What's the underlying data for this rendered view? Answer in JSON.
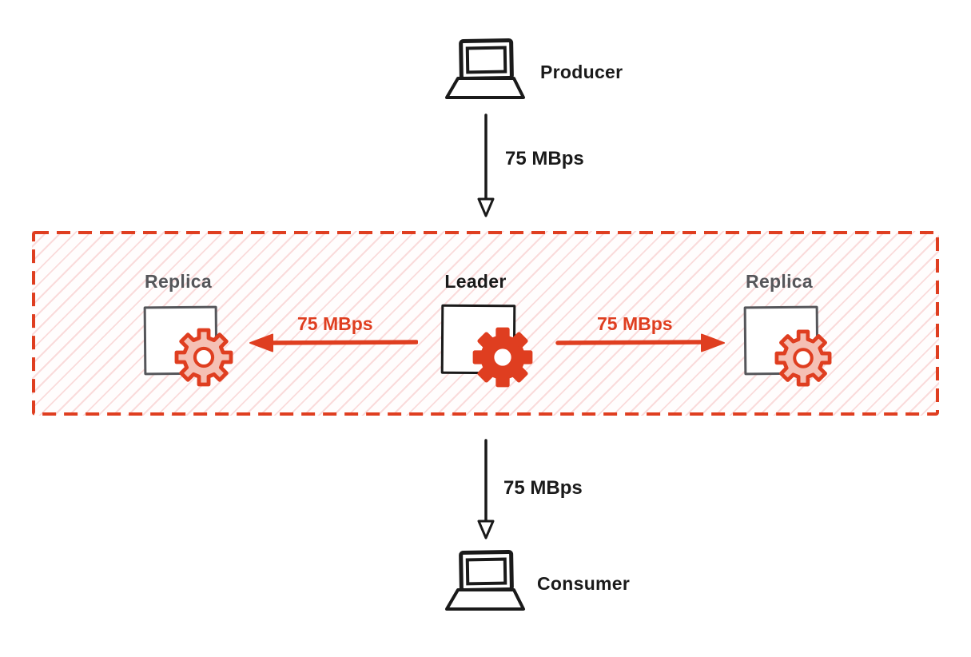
{
  "nodes": {
    "producer": {
      "label": "Producer",
      "icon": "laptop-icon"
    },
    "consumer": {
      "label": "Consumer",
      "icon": "laptop-icon"
    },
    "leader": {
      "label": "Leader",
      "icon": "gear-icon"
    },
    "replica_left": {
      "label": "Replica",
      "icon": "gear-icon"
    },
    "replica_right": {
      "label": "Replica",
      "icon": "gear-icon"
    }
  },
  "flows": {
    "producer_to_cluster": {
      "label": "75 MBps",
      "direction": "down"
    },
    "leader_to_replica_left": {
      "label": "75 MBps",
      "direction": "left"
    },
    "leader_to_replica_right": {
      "label": "75 MBps",
      "direction": "right"
    },
    "cluster_to_consumer": {
      "label": "75 MBps",
      "direction": "down"
    }
  },
  "colors": {
    "accent_red": "#DF3E20",
    "gear_fill": "#F5C0B4",
    "hatch_pink": "#FADBDB",
    "replica_gray": "#55565A",
    "ink_black": "#1A1A1A"
  }
}
